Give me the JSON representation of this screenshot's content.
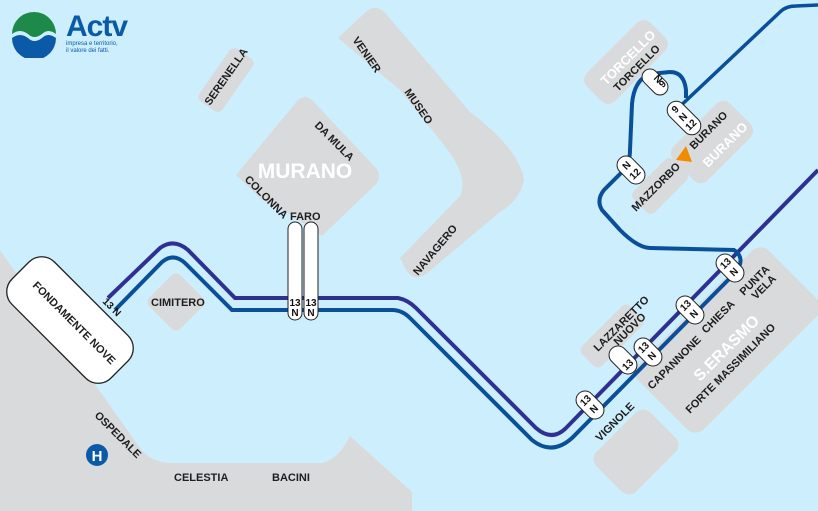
{
  "logo": {
    "name": "Actv",
    "tagline_1": "impresa e territorio,",
    "tagline_2": "il valore dei fatti.",
    "colors": {
      "green": "#1e8a4a",
      "blue": "#0a5aa8"
    }
  },
  "colors": {
    "water": "#cdeefd",
    "land": "#d9dadc",
    "line_13": "#2e3192",
    "line_n": "#0a4f9a",
    "burano_marker": "#f08c00"
  },
  "areas": {
    "murano": "MURANO",
    "torcello": "TORCELLO",
    "burano": "BURANO",
    "s_erasmo": "S.ERASMO"
  },
  "stops": {
    "fondamente_nove": "FONDAMENTE NOVE",
    "cimitero": "CIMITERO",
    "serenella": "SERENELLA",
    "venier": "VENIER",
    "museo": "MUSEO",
    "navagero": "NAVAGERO",
    "da_mula": "DA MULA",
    "colonna": "COLONNA",
    "faro": "FARO",
    "torcello": "TORCELLO",
    "burano": "BURANO",
    "mazzorbo": "MAZZORBO",
    "lazzaretto_1": "LAZZARETTO",
    "lazzaretto_2": "NUOVO",
    "capannone": "CAPANNONE",
    "chiesa": "CHIESA",
    "punta_1": "PUNTA",
    "punta_2": "VELA",
    "forte": "FORTE MASSIMILIANO",
    "vignole": "VIGNOLE",
    "ospedale": "OSPEDALE",
    "celestia": "CELESTIA",
    "bacini": "BACINI"
  },
  "hospital_icon": "H",
  "lines": {
    "l13": "13",
    "ln": "N",
    "l9": "9",
    "l12": "12",
    "l13n": "13 N"
  }
}
